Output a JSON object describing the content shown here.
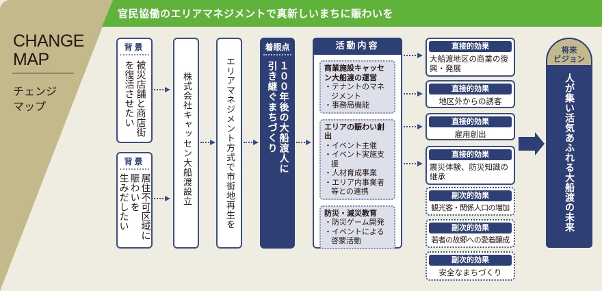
{
  "banner": "官民協働のエリアマネジメントで真新しいまちに賑わいを",
  "title": {
    "en_line1": "CHANGE",
    "en_line2": "MAP",
    "ja": "チェンジ\nマップ"
  },
  "background1": {
    "header": "背景",
    "text": "被災店舗と商店街\nを復活させたい"
  },
  "background2": {
    "header": "背景",
    "text": "居住不可区域に\n賑わいを\n生みだしたい"
  },
  "company": {
    "text": "株式会社キャッセン大船渡設立"
  },
  "method": {
    "text": "エリアマネジメント方式で市街地再生を"
  },
  "focus": {
    "header": "着眼点",
    "text": "１００年後の大船渡人に\n引き継ぐまちづくり"
  },
  "activities": {
    "header": "活動内容",
    "groups": [
      {
        "title": "商業施設キャッセン大船渡の運営",
        "items": [
          "・テナントのマネ\nジメント",
          "・事務局機能"
        ]
      },
      {
        "title": "エリアの賑わい創出",
        "items": [
          "・イベント主催",
          "・イベント実施支援",
          "・人材育成事業",
          "・エリア内事業者\n等との連携"
        ]
      },
      {
        "title": "防災・減災教育",
        "items": [
          "・防災ゲーム開発",
          "・イベントによる\n啓蒙活動"
        ]
      }
    ]
  },
  "effects": [
    {
      "type": "直接的効果",
      "text": "大船渡地区の商業の復興・発展"
    },
    {
      "type": "直接的効果",
      "text": "地区外からの誘客"
    },
    {
      "type": "直接的効果",
      "text": "雇用創出"
    },
    {
      "type": "直接的効果",
      "text": "震災体験、防災知識の継承"
    },
    {
      "type": "副次的効果",
      "text": "観光客・関係人口の増加"
    },
    {
      "type": "副次的効果",
      "text": "若者の故郷への愛着醸成"
    },
    {
      "type": "副次的効果",
      "text": "安全なまちづくり"
    }
  ],
  "vision": {
    "header": "将来\nビジョン",
    "text": "人が集い活気あふれる大船渡の未来"
  },
  "colors": {
    "navy": "#2e3f75",
    "green": "#5fb23a",
    "tan": "#c4b98a",
    "background": "#efece1"
  }
}
